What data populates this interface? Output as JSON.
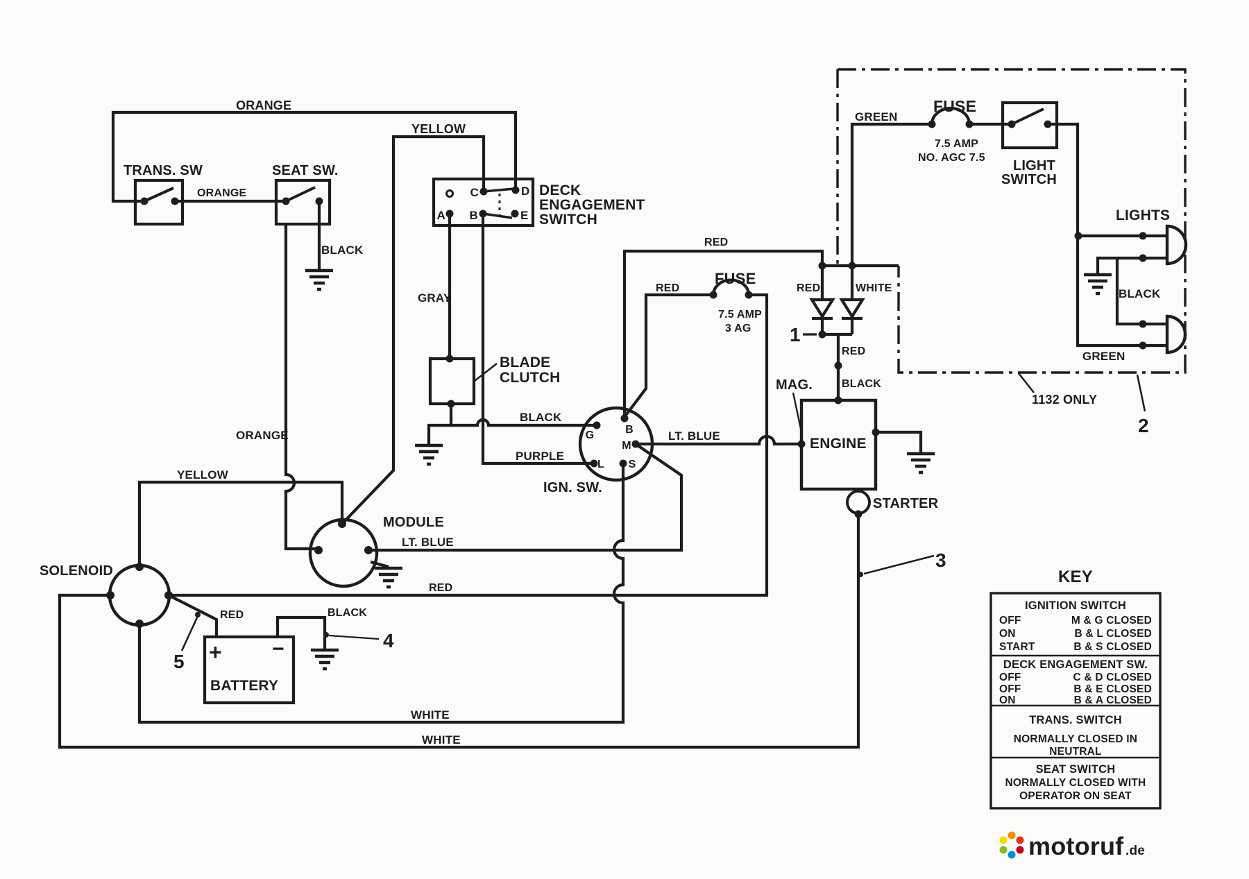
{
  "colors": {
    "line": "#1d1d1d",
    "background": "#fbfbfa",
    "watermark_red": "#c40021",
    "watermark_gray": "#979797"
  },
  "labels": {
    "orange_top": "ORANGE",
    "yellow_top": "YELLOW",
    "trans_sw": "TRANS. SW",
    "seat_sw": "SEAT SW.",
    "orange_mid": "ORANGE",
    "black_seat": "BLACK",
    "deck_line1": "DECK",
    "deck_line2": "ENGAGEMENT",
    "deck_line3": "SWITCH",
    "gray": "GRAY",
    "blade_line1": "BLADE",
    "blade_line2": "CLUTCH",
    "black_ign": "BLACK",
    "purple": "PURPLE",
    "ign_sw": "IGN. SW.",
    "orange_left": "ORANGE",
    "yellow_left": "YELLOW",
    "module": "MODULE",
    "lt_blue_low": "LT. BLUE",
    "lt_blue_mid": "LT. BLUE",
    "solenoid": "SOLENOID",
    "red_main": "RED",
    "red_batt": "RED",
    "battery": "BATTERY",
    "plus": "+",
    "minus": "−",
    "black_batt": "BLACK",
    "white_1": "WHITE",
    "white_2": "WHITE",
    "red_fuse": "RED",
    "fuse_mid": "FUSE",
    "fuse_mid_amp": "7.5 AMP",
    "fuse_mid_type": "3 AG",
    "red_top": "RED",
    "red_diode": "RED",
    "white_diode": "WHITE",
    "red_mid": "RED",
    "black_engine": "BLACK",
    "mag": "MAG.",
    "engine": "ENGINE",
    "starter": "STARTER",
    "green_top": "GREEN",
    "fuse_top": "FUSE",
    "fuse_top_amp": "7.5 AMP",
    "fuse_top_type": "NO. AGC 7.5",
    "light_line1": "LIGHT",
    "light_line2": "SWITCH",
    "lights": "LIGHTS",
    "black_lights": "BLACK",
    "green_lights": "GREEN",
    "only_1132": "1132 ONLY",
    "n1": "1",
    "n2": "2",
    "n3": "3",
    "n4": "4",
    "n5": "5",
    "term_a": "A",
    "term_b": "B",
    "term_c": "C",
    "term_d": "D",
    "term_e": "E",
    "ign_g": "G",
    "ign_b": "B",
    "ign_m": "M",
    "ign_l": "L",
    "ign_s": "S"
  },
  "key": {
    "title": "KEY",
    "sections": [
      {
        "heading": "IGNITION SWITCH",
        "rows": [
          {
            "l": "OFF",
            "r": "M & G  CLOSED"
          },
          {
            "l": "ON",
            "r": "B & L  CLOSED"
          },
          {
            "l": "START",
            "r": "B & S  CLOSED"
          }
        ]
      },
      {
        "heading": "DECK ENGAGEMENT SW.",
        "rows": [
          {
            "l": "OFF",
            "r": "C & D  CLOSED"
          },
          {
            "l": "OFF",
            "r": "B & E  CLOSED"
          },
          {
            "l": "ON",
            "r": "B & A  CLOSED"
          }
        ]
      },
      {
        "lines": [
          "TRANS. SWITCH",
          "NORMALLY CLOSED IN",
          "NEUTRAL"
        ]
      },
      {
        "lines": [
          "SEAT SWITCH",
          "NORMALLY CLOSED WITH",
          "OPERATOR ON SEAT"
        ]
      }
    ]
  },
  "watermark": {
    "name": "motoruf",
    "tld": ".de"
  }
}
